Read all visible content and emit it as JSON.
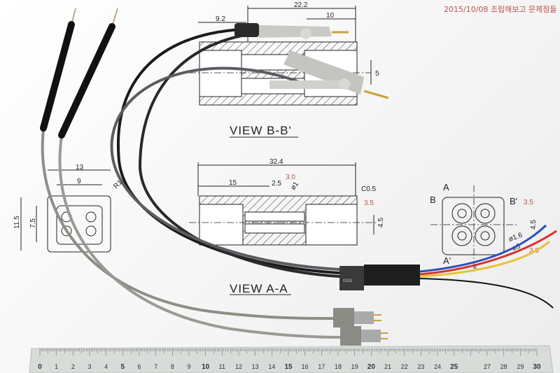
{
  "title": "2015/10/08 조립해보고 문제점들",
  "view_bb": {
    "label": "VIEW B-B'",
    "dims": [
      "22.2",
      "9.2",
      "10",
      "5"
    ]
  },
  "view_aa": {
    "label": "VIEW A-A",
    "dims": [
      "32.4",
      "15",
      "2.5",
      "ø1",
      "C0.5",
      "4.5"
    ],
    "red_notes": [
      "3.0",
      "3.5"
    ]
  },
  "left_view": {
    "dims": [
      "13",
      "9",
      "11.5",
      "7.5",
      "R1"
    ]
  },
  "end_view": {
    "labels": [
      "A",
      "B",
      "B'",
      "A'"
    ],
    "dims": [
      "4.5",
      "ø1.6",
      "ø3",
      "5"
    ],
    "red_notes": [
      "3.5",
      "3.0"
    ]
  },
  "connector_label": "0315",
  "ruler": {
    "labels": [
      "0",
      "1",
      "2",
      "3",
      "4",
      "5",
      "6",
      "7",
      "8",
      "9",
      "10",
      "11",
      "12",
      "13",
      "14",
      "15",
      "16",
      "17",
      "18",
      "19",
      "20",
      "21",
      "22",
      "23",
      "24",
      "25",
      "",
      "27",
      "28",
      "29",
      "30"
    ]
  },
  "colors": {
    "annotation": "#c0504d",
    "wire_red": "#d9322e",
    "wire_blue": "#2a4fb8",
    "wire_yellow": "#e8c23a"
  }
}
